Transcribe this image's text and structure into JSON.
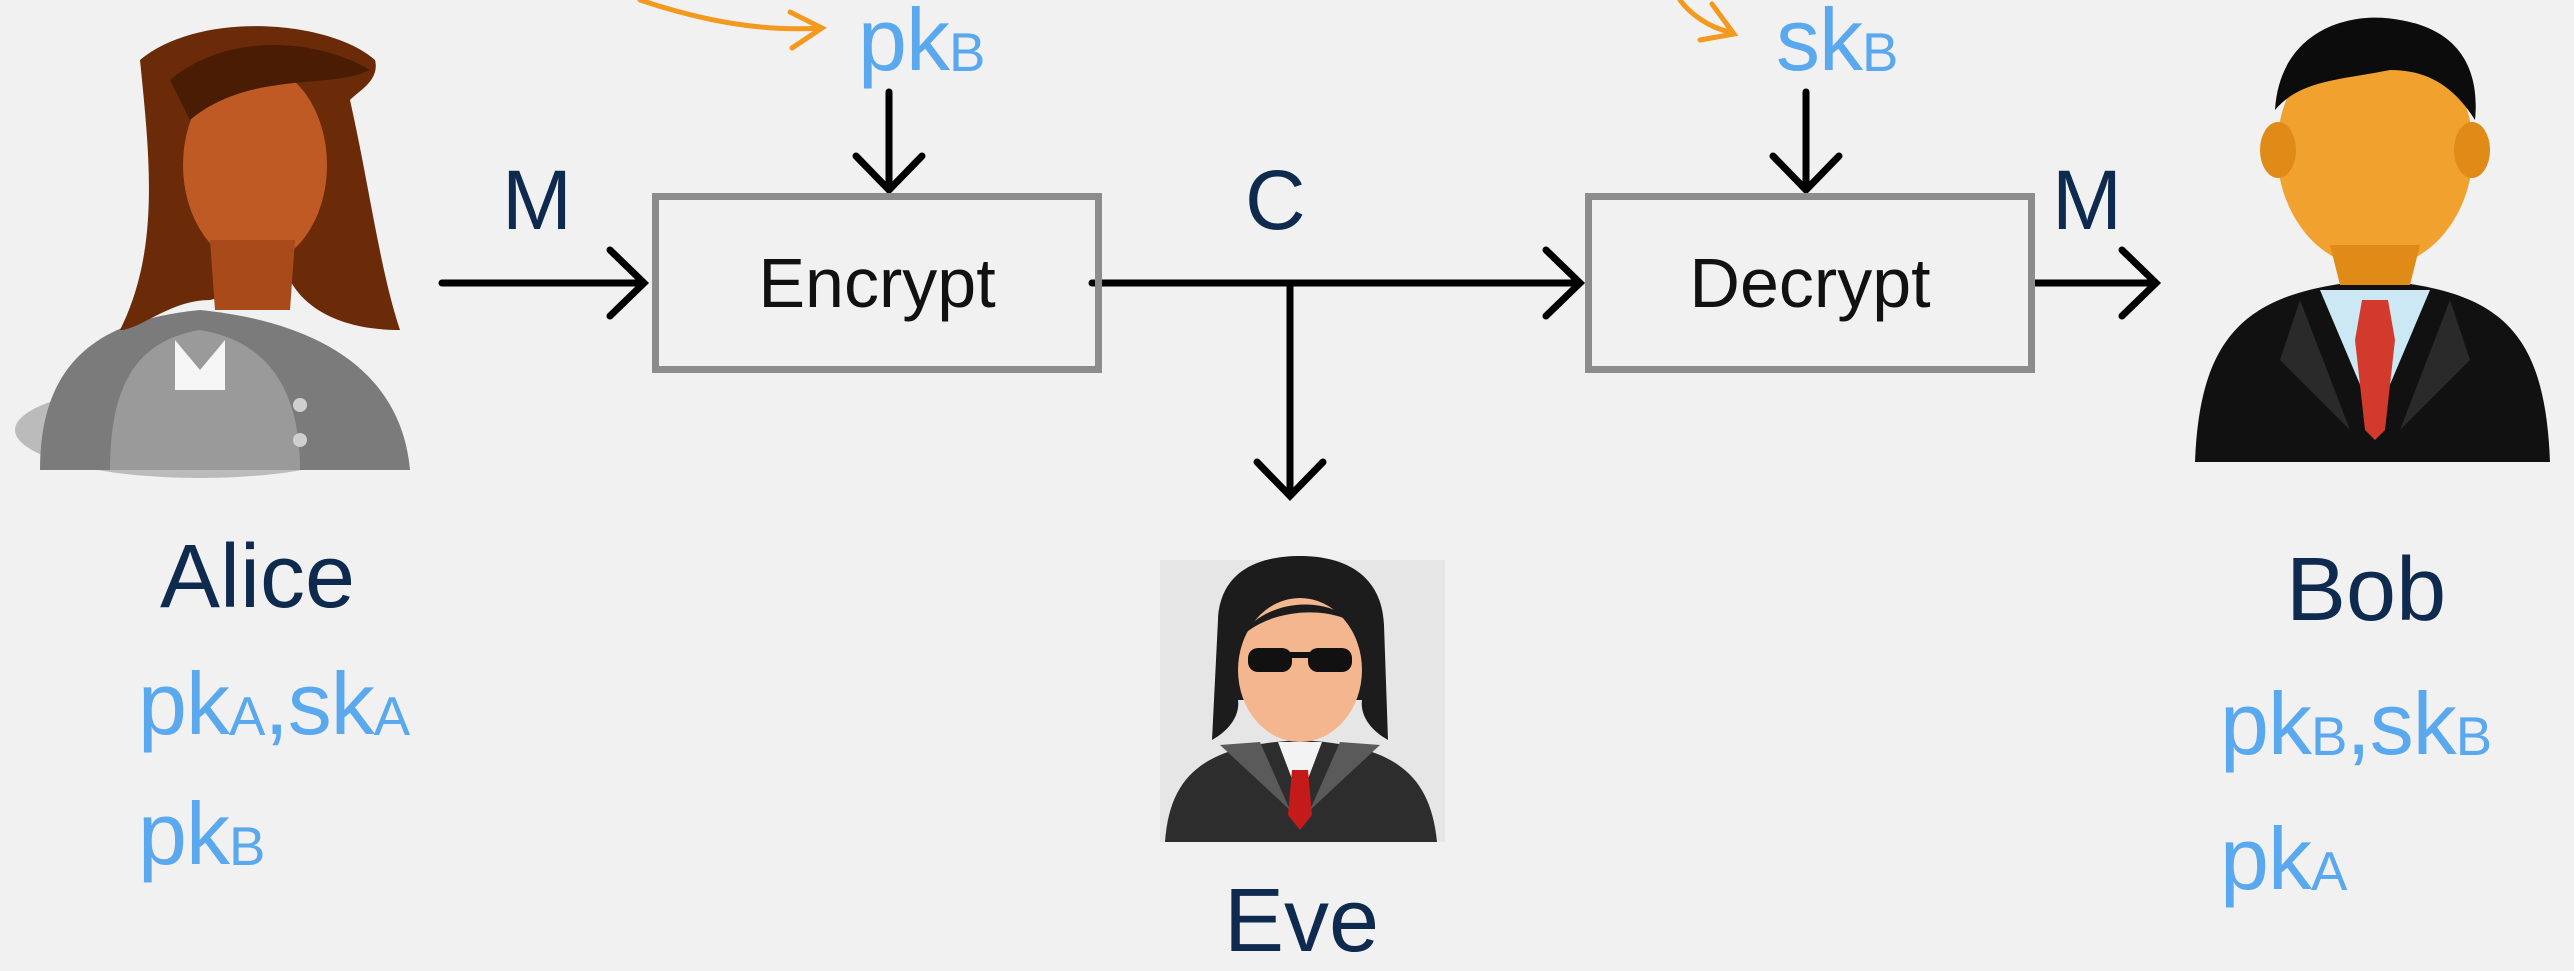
{
  "diagram": {
    "alice": {
      "name": "Alice",
      "key1_a": "pk",
      "key1_a_sub": "A",
      "key1_sep": ",",
      "key1_b": "sk",
      "key1_b_sub": "A",
      "key2": "pk",
      "key2_sub": "B"
    },
    "bob": {
      "name": "Bob",
      "key1_a": "pk",
      "key1_a_sub": "B",
      "key1_sep": ",",
      "key1_b": "sk",
      "key1_b_sub": "B",
      "key2": "pk",
      "key2_sub": "A"
    },
    "eve": {
      "name": "Eve"
    },
    "encrypt": {
      "label": "Encrypt",
      "key": "pk",
      "key_sub": "B"
    },
    "decrypt": {
      "label": "Decrypt",
      "key": "sk",
      "key_sub": "B"
    },
    "edges": {
      "message_in": "M",
      "ciphertext": "C",
      "message_out": "M"
    },
    "colors": {
      "name": "#0f2a4f",
      "key": "#5aa8ee",
      "box_border": "#8c8c8c",
      "arrow": "#000000",
      "annotation": "#f2991e"
    }
  }
}
